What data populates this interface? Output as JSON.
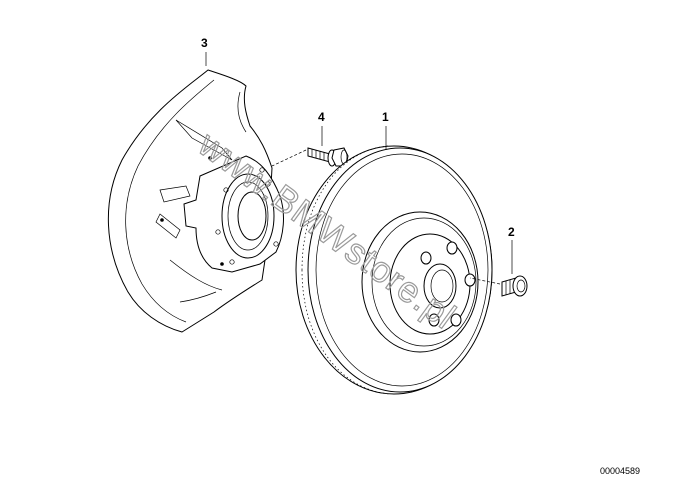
{
  "diagram": {
    "parts": [
      {
        "number": "1",
        "name": "brake-disc"
      },
      {
        "number": "2",
        "name": "disc-screw"
      },
      {
        "number": "3",
        "name": "protection-plate"
      },
      {
        "number": "4",
        "name": "hex-bolt"
      }
    ],
    "watermark": "www.BMWstore.pl",
    "reference_number": "00004589"
  }
}
